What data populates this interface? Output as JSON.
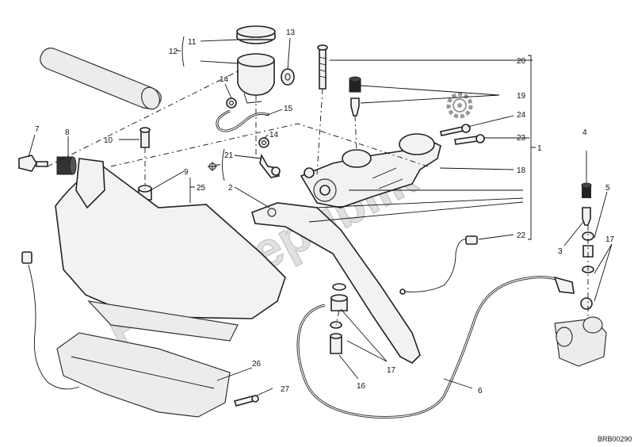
{
  "diagram": {
    "watermark": "PartsRepublik",
    "reference_code": "BRB00290",
    "callouts": {
      "c1": "1",
      "c2": "2",
      "c3": "3",
      "c4": "4",
      "c5": "5",
      "c6": "6",
      "c7": "7",
      "c8": "8",
      "c9": "9",
      "c10": "10",
      "c11": "11",
      "c12": "12",
      "c13": "13",
      "c14a": "14",
      "c14b": "14",
      "c15": "15",
      "c16": "16",
      "c17a": "17",
      "c17b": "17",
      "c18": "18",
      "c19": "19",
      "c20": "20",
      "c21": "21",
      "c22": "22",
      "c23": "23",
      "c24": "24",
      "c25": "25",
      "c26": "26",
      "c27": "27"
    }
  }
}
